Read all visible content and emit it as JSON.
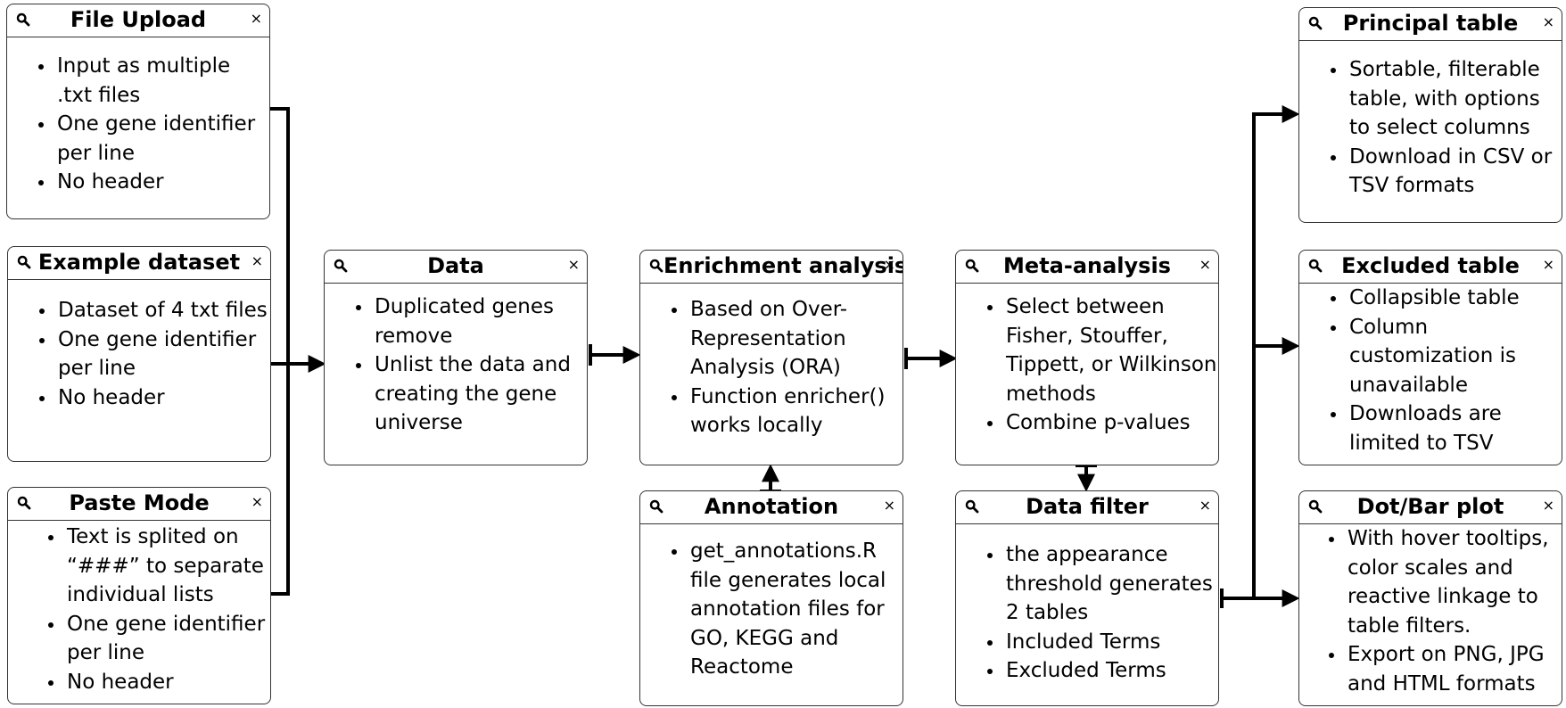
{
  "nodes": {
    "file_upload": {
      "title": "File Upload",
      "items": [
        "Input as multiple .txt files",
        "One gene identifier per line",
        "No header"
      ]
    },
    "example_dataset": {
      "title": "Example dataset",
      "items": [
        "Dataset of 4 txt files",
        "One gene identifier per line",
        "No header"
      ]
    },
    "paste_mode": {
      "title": "Paste Mode",
      "items": [
        "Text is splited on “###” to separate individual lists",
        "One gene identifier per line",
        "No header"
      ]
    },
    "data": {
      "title": "Data",
      "items": [
        "Duplicated genes remove",
        "Unlist the data and creating the gene universe"
      ]
    },
    "enrichment": {
      "title": "Enrichment analysis",
      "items": [
        "Based on Over-Representation Analysis (ORA)",
        "Function enricher() works locally"
      ]
    },
    "annotation": {
      "title": "Annotation",
      "items": [
        "get_annotations.R file generates local annotation files for GO, KEGG and Reactome"
      ]
    },
    "meta_analysis": {
      "title": "Meta-analysis",
      "items": [
        "Select between Fisher, Stouffer, Tippett, or Wilkinson methods",
        "Combine p-values"
      ]
    },
    "data_filter": {
      "title": "Data filter",
      "items": [
        "the appearance threshold generates 2 tables",
        "Included Terms",
        "Excluded Terms"
      ]
    },
    "principal_table": {
      "title": "Principal table",
      "items": [
        "Sortable, filterable table, with options to select columns",
        "Download in CSV or TSV formats"
      ]
    },
    "excluded_table": {
      "title": "Excluded table",
      "items": [
        "Collapsible table",
        "Column customization is unavailable",
        "Downloads are limited to TSV"
      ]
    },
    "dot_bar_plot": {
      "title": "Dot/Bar plot",
      "items": [
        "With hover tooltips, color scales and reactive linkage to table filters.",
        "Export on PNG, JPG and HTML formats"
      ]
    }
  },
  "icons": {
    "header_left": "search-icon",
    "header_right": "close-icon"
  },
  "close_glyph": "×",
  "colors": {
    "border": "#333333",
    "arrow": "#000000",
    "background": "#ffffff"
  }
}
